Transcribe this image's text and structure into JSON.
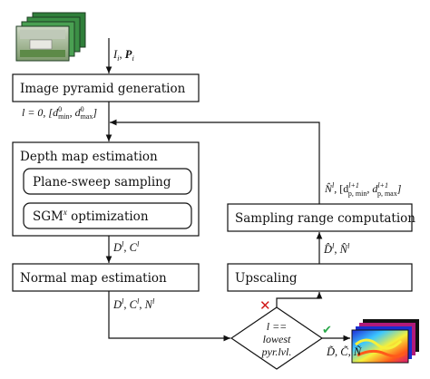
{
  "nodes": {
    "pyramid": "Image pyramid generation",
    "depth_est": "Depth map estimation",
    "plane_sweep": "Plane-sweep sampling",
    "sgm_a": "SGM",
    "sgm_sup": "x",
    "sgm_b": " optimization",
    "normal_est": "Normal map estimation",
    "sampling_range": "Sampling range computation",
    "upscaling": "Upscaling",
    "decision_l1": "l ==",
    "decision_l2": "lowest",
    "decision_l3": "pyr.lvl."
  },
  "edge_labels": {
    "input": {
      "a": "I",
      "a_sub": "i",
      "sep": ", ",
      "b": "P",
      "b_sub": "i"
    },
    "init": {
      "text": "l = 0, [d",
      "sup1": "0",
      "sub1": "min",
      "mid": ", d",
      "sup2": "0",
      "sub2": "max",
      "end": "]"
    },
    "dc": {
      "a": "D",
      "a_sup": "l",
      "sep": ", ",
      "b": "C",
      "b_sup": "l"
    },
    "dcn": {
      "a": "D",
      "a_sup": "l",
      "sep1": ", ",
      "b": "C",
      "b_sup": "l",
      "sep2": ", ",
      "c": "N",
      "c_sup": "l"
    },
    "dn_hat": {
      "a": "D̂",
      "a_sup": "l",
      "sep": ", ",
      "b": "N̂",
      "b_sup": "l"
    },
    "range": {
      "a": "N̂",
      "a_sup": "l",
      "sep": ", [d",
      "sup1": "l+1",
      "sub1": "p, min",
      "mid": ", d",
      "sup2": "l+1",
      "sub2": "p, max",
      "end": "]"
    },
    "final": {
      "a": "D̃",
      "sep1": ", ",
      "b": "C̃",
      "sep2": ", ",
      "c": "Ñ"
    }
  },
  "markers": {
    "no": "✕",
    "yes": "✔"
  },
  "colors": {
    "no": "#d11a1a",
    "yes": "#2aa84a",
    "line": "#111111"
  },
  "icons": [
    "input-images-stack-icon",
    "output-maps-stack-icon"
  ]
}
